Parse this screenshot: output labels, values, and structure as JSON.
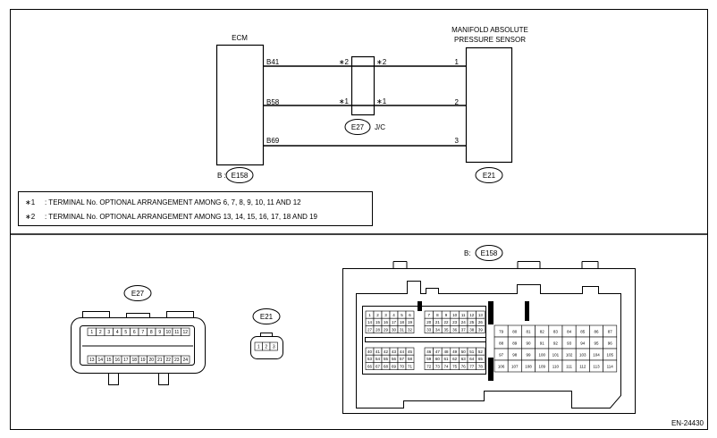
{
  "ecm": {
    "title": "ECM",
    "pins": [
      "B41",
      "B58",
      "B69"
    ],
    "connector_prefix": "B :",
    "connector": "E158"
  },
  "sensor": {
    "title_line1": "MANIFOLD ABSOLUTE",
    "title_line2": "PRESSURE SENSOR",
    "pins": [
      "1",
      "2",
      "3"
    ],
    "connector": "E21"
  },
  "joint_connector": {
    "marks": [
      "∗2",
      "∗2",
      "∗1",
      "∗1"
    ],
    "connector": "E27",
    "suffix": "J/C"
  },
  "notes": [
    {
      "mark": "∗1",
      "text": ": TERMINAL No. OPTIONAL ARRANGEMENT AMONG 6, 7, 8, 9, 10, 11 AND 12"
    },
    {
      "mark": "∗2",
      "text": ": TERMINAL No. OPTIONAL ARRANGEMENT AMONG 13, 14, 15, 16, 17, 18 AND 19"
    }
  ],
  "connector_views": {
    "e27": {
      "label": "E27",
      "row1": [
        "1",
        "2",
        "3",
        "4",
        "5",
        "6",
        "7",
        "8",
        "9",
        "10",
        "11",
        "12"
      ],
      "row2": [
        "13",
        "14",
        "15",
        "16",
        "17",
        "18",
        "19",
        "20",
        "21",
        "22",
        "23",
        "24"
      ]
    },
    "e21": {
      "label": "E21",
      "pins": [
        "1",
        "2",
        "3"
      ]
    },
    "e158": {
      "prefix": "B:",
      "label": "E158",
      "block_a_top": [
        [
          "1",
          "2",
          "3",
          "4",
          "5",
          "6"
        ],
        [
          "14",
          "15",
          "16",
          "17",
          "18",
          "19"
        ],
        [
          "27",
          "28",
          "29",
          "30",
          "31",
          "32"
        ]
      ],
      "block_b_top": [
        [
          "7",
          "8",
          "9",
          "10",
          "11",
          "12",
          "13"
        ],
        [
          "20",
          "21",
          "22",
          "23",
          "24",
          "25",
          "26"
        ],
        [
          "33",
          "34",
          "35",
          "36",
          "37",
          "38",
          "39"
        ]
      ],
      "block_a_bottom": [
        [
          "40",
          "41",
          "42",
          "43",
          "44",
          "45"
        ],
        [
          "53",
          "54",
          "55",
          "56",
          "57",
          "58"
        ],
        [
          "66",
          "67",
          "68",
          "69",
          "70",
          "71"
        ]
      ],
      "block_b_bottom": [
        [
          "46",
          "47",
          "48",
          "49",
          "50",
          "51",
          "52"
        ],
        [
          "59",
          "60",
          "61",
          "62",
          "63",
          "64",
          "65"
        ],
        [
          "72",
          "73",
          "74",
          "75",
          "76",
          "77",
          "78"
        ]
      ],
      "block_c": [
        [
          "79",
          "80",
          "81",
          "82",
          "83",
          "84",
          "85",
          "86",
          "87"
        ],
        [
          "88",
          "89",
          "90",
          "91",
          "92",
          "93",
          "94",
          "95",
          "96"
        ],
        [
          "97",
          "98",
          "99",
          "100",
          "101",
          "102",
          "103",
          "104",
          "105"
        ],
        [
          "106",
          "107",
          "108",
          "109",
          "110",
          "111",
          "112",
          "113",
          "114"
        ]
      ]
    }
  },
  "figure_id": "EN-24430"
}
